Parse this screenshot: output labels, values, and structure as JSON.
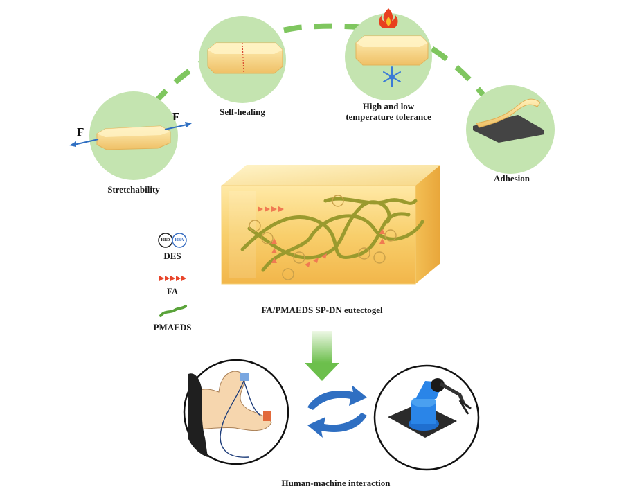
{
  "properties": {
    "stretchability": "Stretchability",
    "self_healing": "Self-healing",
    "temperature_line1": "High and low",
    "temperature_line2": "temperature tolerance",
    "adhesion": "Adhesion",
    "force_symbol": "F"
  },
  "center": {
    "caption": "FA/PMAEDS SP-DN eutectogel",
    "des_badges": [
      "HBD",
      "HBA"
    ]
  },
  "legend": {
    "des": "DES",
    "fa": "FA",
    "pmaeds": "PMAEDS"
  },
  "application": {
    "caption": "Human-machine interaction"
  },
  "colors": {
    "property_circle": "#c4e4b0",
    "dash_arc": "#7fc65f",
    "gel_body": "#f6cf72",
    "polymer_chain": "#9a9a2e",
    "fa_arrow": "#f07a52",
    "cycle_arrow": "#2f6fc2",
    "down_arrow": "#7cc55e",
    "force_arrow": "#2f6fc2"
  }
}
